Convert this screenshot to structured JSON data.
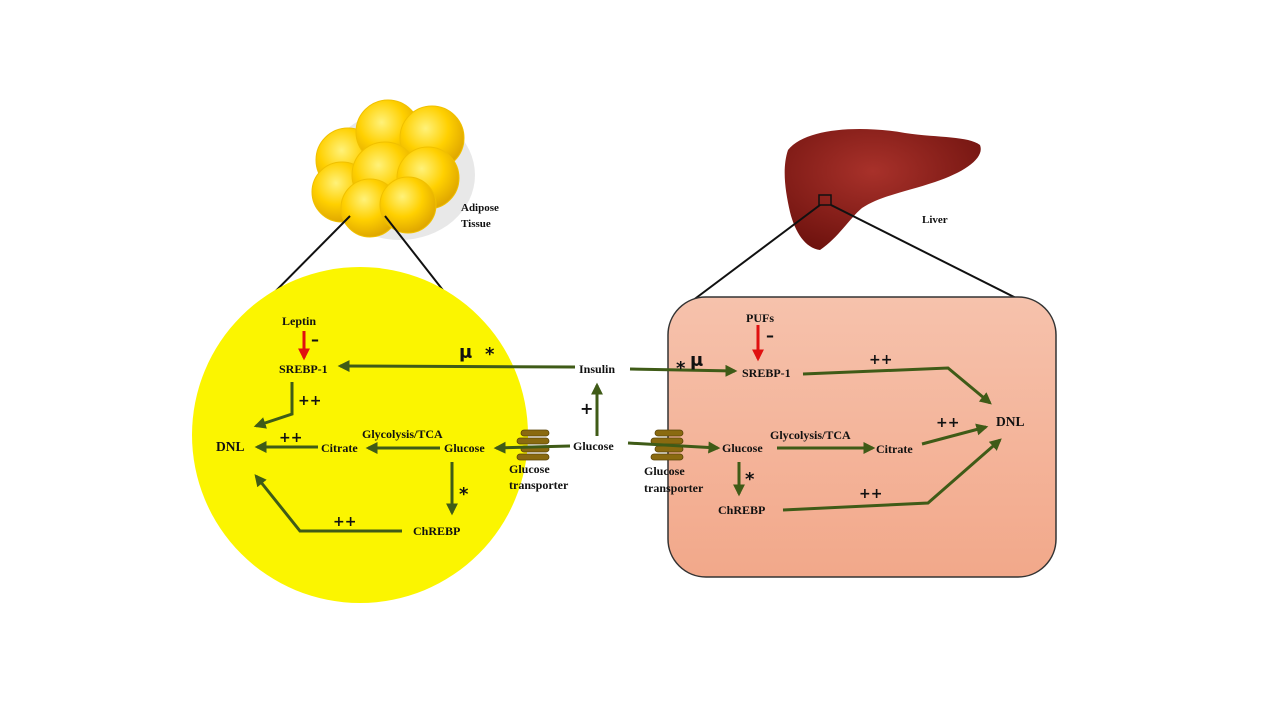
{
  "labels": {
    "adipose_line1": "Adipose",
    "adipose_line2": "Tissue",
    "liver": "Liver",
    "insulin": "Insulin",
    "glucose_center": "Glucose",
    "transporter_left_line1": "Glucose",
    "transporter_left_line2": "transporter",
    "transporter_right_line1": "Glucose",
    "transporter_right_line2": "transporter"
  },
  "adipose": {
    "leptin": "Leptin",
    "srebp1": "SREBP-1",
    "dnl": "DNL",
    "citrate": "Citrate",
    "glycolysis": "Glycolysis/TCA",
    "glucose": "Glucose",
    "chrebp": "ChREBP"
  },
  "liver_box": {
    "pufs": "PUFs",
    "srebp1": "SREBP-1",
    "dnl": "DNL",
    "glucose": "Glucose",
    "glycolysis": "Glycolysis/TCA",
    "citrate": "Citrate",
    "chrebp": "ChREBP"
  },
  "symbols": {
    "minus": "–",
    "plus": "+",
    "double_plus": "++",
    "mu": "μ",
    "asterisk": "*"
  },
  "colors": {
    "adipose_fill": "#fbf500",
    "liver_box_fill": "#f4b49a",
    "liver_organ": "#8e1c16",
    "arrow_green": "#3f5b17",
    "arrow_red": "#e01010",
    "transporter": "#8a6a10"
  }
}
